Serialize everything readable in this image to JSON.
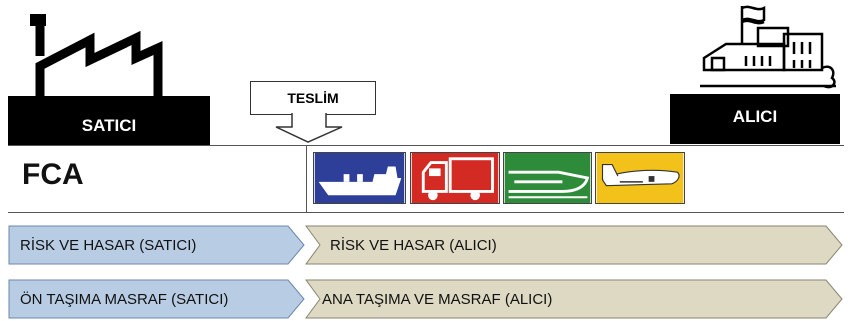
{
  "seller": {
    "label": "SATICI"
  },
  "buyer": {
    "label": "ALICI"
  },
  "delivery": {
    "label": "TESLİM"
  },
  "term": {
    "code": "FCA"
  },
  "transport_icons": [
    "ship-icon",
    "truck-icon",
    "train-icon",
    "airplane-icon"
  ],
  "rows": [
    {
      "left": "RİSK VE HASAR (SATICI)",
      "right": "RİSK VE HASAR (ALICI)"
    },
    {
      "left": "ÖN TAŞIMA MASRAF (SATICI)",
      "right": "ANA TAŞIMA VE MASRAF (ALICI)"
    }
  ],
  "colors": {
    "seller_bar": "#b8cde4",
    "buyer_bar": "#ddd9c3",
    "dark": "#000000"
  }
}
